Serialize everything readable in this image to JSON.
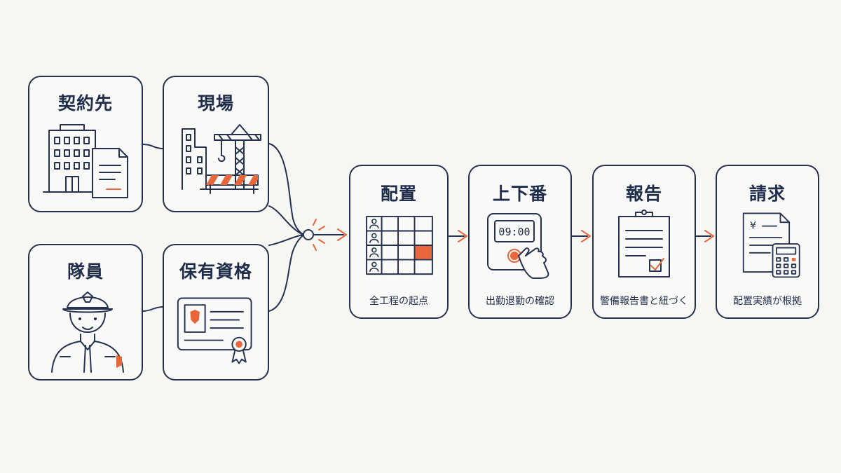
{
  "accent_color": "#e8663a",
  "ink_color": "#25324f",
  "inputs": {
    "client": {
      "title": "契約先",
      "icon": "office-building-icon"
    },
    "site": {
      "title": "現場",
      "icon": "construction-crane-icon"
    },
    "guard": {
      "title": "隊員",
      "icon": "security-guard-icon"
    },
    "qualification": {
      "title": "保有資格",
      "icon": "license-card-icon"
    }
  },
  "flow": {
    "assignment": {
      "title": "配置",
      "caption": "全工程の起点",
      "icon": "schedule-grid-icon"
    },
    "attendance": {
      "title": "上下番",
      "caption": "出勤退勤の確認",
      "clock": "09:00",
      "icon": "time-clock-icon"
    },
    "report": {
      "title": "報告",
      "caption": "警備報告書と紐づく",
      "icon": "clipboard-report-icon"
    },
    "billing": {
      "title": "請求",
      "caption": "配置実績が根拠",
      "yen": "¥",
      "icon": "invoice-calculator-icon"
    }
  }
}
